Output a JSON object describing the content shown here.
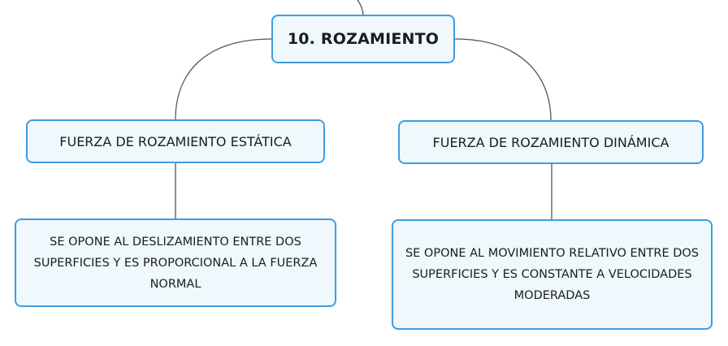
{
  "diagram": {
    "root": {
      "label": "10. ROZAMIENTO"
    },
    "left_branch": {
      "title": "FUERZA DE ROZAMIENTO ESTÁTICA",
      "description": "SE OPONE AL DESLIZAMIENTO ENTRE DOS SUPERFICIES Y ES PROPORCIONAL A LA FUERZA NORMAL"
    },
    "right_branch": {
      "title": "FUERZA DE ROZAMIENTO DINÁMICA",
      "description": "SE OPONE AL MOVIMIENTO RELATIVO ENTRE DOS SUPERFICIES Y ES CONSTANTE A VELOCIDADES MODERADAS"
    },
    "colors": {
      "node_border": "#3d9ee0",
      "node_fill": "#eef8fd",
      "connector": "#555555",
      "text": "#1c1c1c"
    }
  }
}
